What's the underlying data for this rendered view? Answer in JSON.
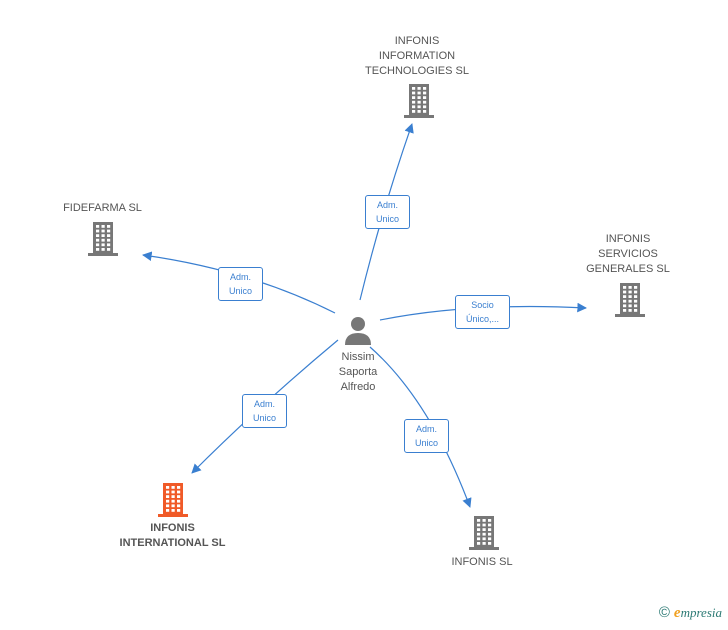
{
  "center": {
    "name": "Nissim\nSaporta\nAlfredo"
  },
  "nodes": [
    {
      "id": "infonis-it",
      "name": "INFONIS\nINFORMATION\nTECHNOLOGIES SL",
      "color": "#777777"
    },
    {
      "id": "fidefarma",
      "name": "FIDEFARMA SL",
      "color": "#777777"
    },
    {
      "id": "infonis-sg",
      "name": "INFONIS\nSERVICIOS\nGENERALES SL",
      "color": "#777777"
    },
    {
      "id": "infonis-intl",
      "name": "INFONIS\nINTERNATIONAL SL",
      "color": "#f05a28"
    },
    {
      "id": "infonis",
      "name": "INFONIS SL",
      "color": "#777777"
    }
  ],
  "edges": [
    {
      "to": "infonis-it",
      "label": "Adm.\nUnico"
    },
    {
      "to": "fidefarma",
      "label": "Adm.\nUnico"
    },
    {
      "to": "infonis-sg",
      "label": "Socio\nÚnico,..."
    },
    {
      "to": "infonis-intl",
      "label": "Adm.\nUnico"
    },
    {
      "to": "infonis",
      "label": "Adm.\nUnico"
    }
  ],
  "colors": {
    "edge": "#3a7fd0",
    "person": "#777777"
  },
  "brand": {
    "copyright": "©",
    "logo_e": "e",
    "logo_rest": "mpresia"
  }
}
